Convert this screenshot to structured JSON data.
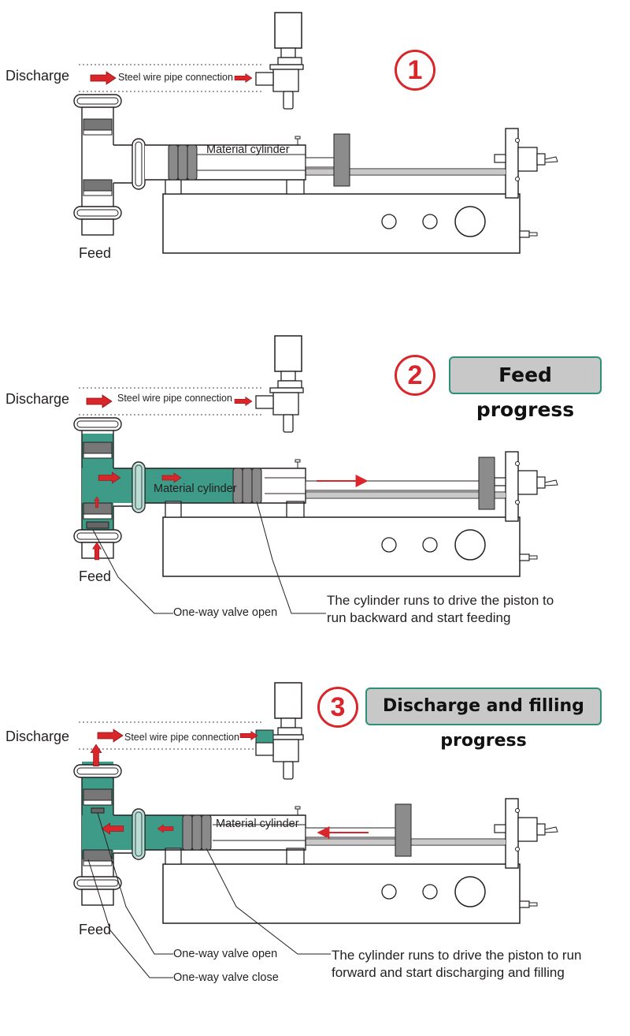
{
  "colors": {
    "accent": "#d9262b",
    "fluid": "#3d9b87",
    "banner_bg": "#c8c8c8",
    "banner_border": "#2f8f78",
    "line": "#231f20"
  },
  "panels": [
    {
      "step": "1",
      "banner": "",
      "discharge": "Discharge",
      "pipe_connection": "Steel wire pipe connection",
      "cylinder": "Material cylinder",
      "feed": "Feed"
    },
    {
      "step": "2",
      "banner": "Feed progress",
      "discharge": "Discharge",
      "pipe_connection": "Steel wire pipe connection",
      "cylinder": "Material cylinder",
      "feed": "Feed",
      "valve_open": "One-way valve open",
      "note_line1": "The cylinder runs to drive the piston to",
      "note_line2": "run backward and start feeding"
    },
    {
      "step": "3",
      "banner": "Discharge and filling progress",
      "discharge": "Discharge",
      "pipe_connection": "Steel wire pipe connection",
      "cylinder": "Material cylinder",
      "feed": "Feed",
      "valve_open": "One-way valve open",
      "valve_close": "One-way valve close",
      "note_line1": "The cylinder runs to drive the piston to run",
      "note_line2": "forward and start discharging and filling"
    }
  ]
}
